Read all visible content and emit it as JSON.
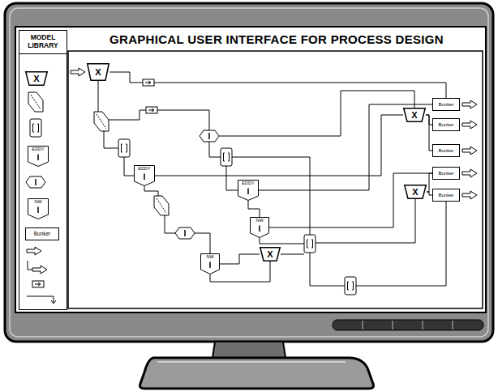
{
  "diagram": {
    "title": "GRAPHICAL USER INTERFACE FOR PROCESS DESIGN",
    "nodes": [
      {
        "text": [
          "MODEL LIBRARY"
        ]
      },
      {
        "text": [
          "X"
        ],
        "in": 0
      },
      {
        "text": [
          "EDDY"
        ],
        "in": 0
      },
      {
        "text": [
          "NW"
        ],
        "in": 0
      },
      {
        "text": [
          "Bunker"
        ],
        "in": 0
      },
      {
        "text": [
          "X"
        ]
      },
      {
        "text": [
          "Bunker"
        ]
      },
      {
        "text": [
          "X"
        ]
      },
      {
        "text": [
          "Bunker"
        ]
      },
      {
        "text": [
          "Bunker"
        ]
      },
      {
        "text": [
          "EDDY"
        ]
      },
      {
        "text": [
          "Bunker"
        ]
      },
      {
        "text": [
          "EDDY"
        ]
      },
      {
        "text": [
          "X"
        ]
      },
      {
        "text": [
          "Bunker"
        ]
      },
      {
        "text": [
          "NW"
        ]
      },
      {
        "text": [
          "NW"
        ]
      },
      {
        "text": [
          "X"
        ]
      }
    ],
    "edges": [
      {
        "from": 10,
        "to": 7,
        "arrow": "none"
      },
      {
        "from": 12,
        "to": 6,
        "arrow": "none"
      },
      {
        "from": 7,
        "to": 8,
        "arrow": "none"
      },
      {
        "from": 7,
        "to": 9,
        "arrow": "none"
      },
      {
        "from": 15,
        "to": 11,
        "arrow": "none"
      },
      {
        "from": 13,
        "to": 11,
        "arrow": "none"
      },
      {
        "from": 13,
        "to": 14,
        "arrow": "none"
      },
      {
        "from": 16,
        "to": 17,
        "arrow": "none"
      }
    ]
  }
}
